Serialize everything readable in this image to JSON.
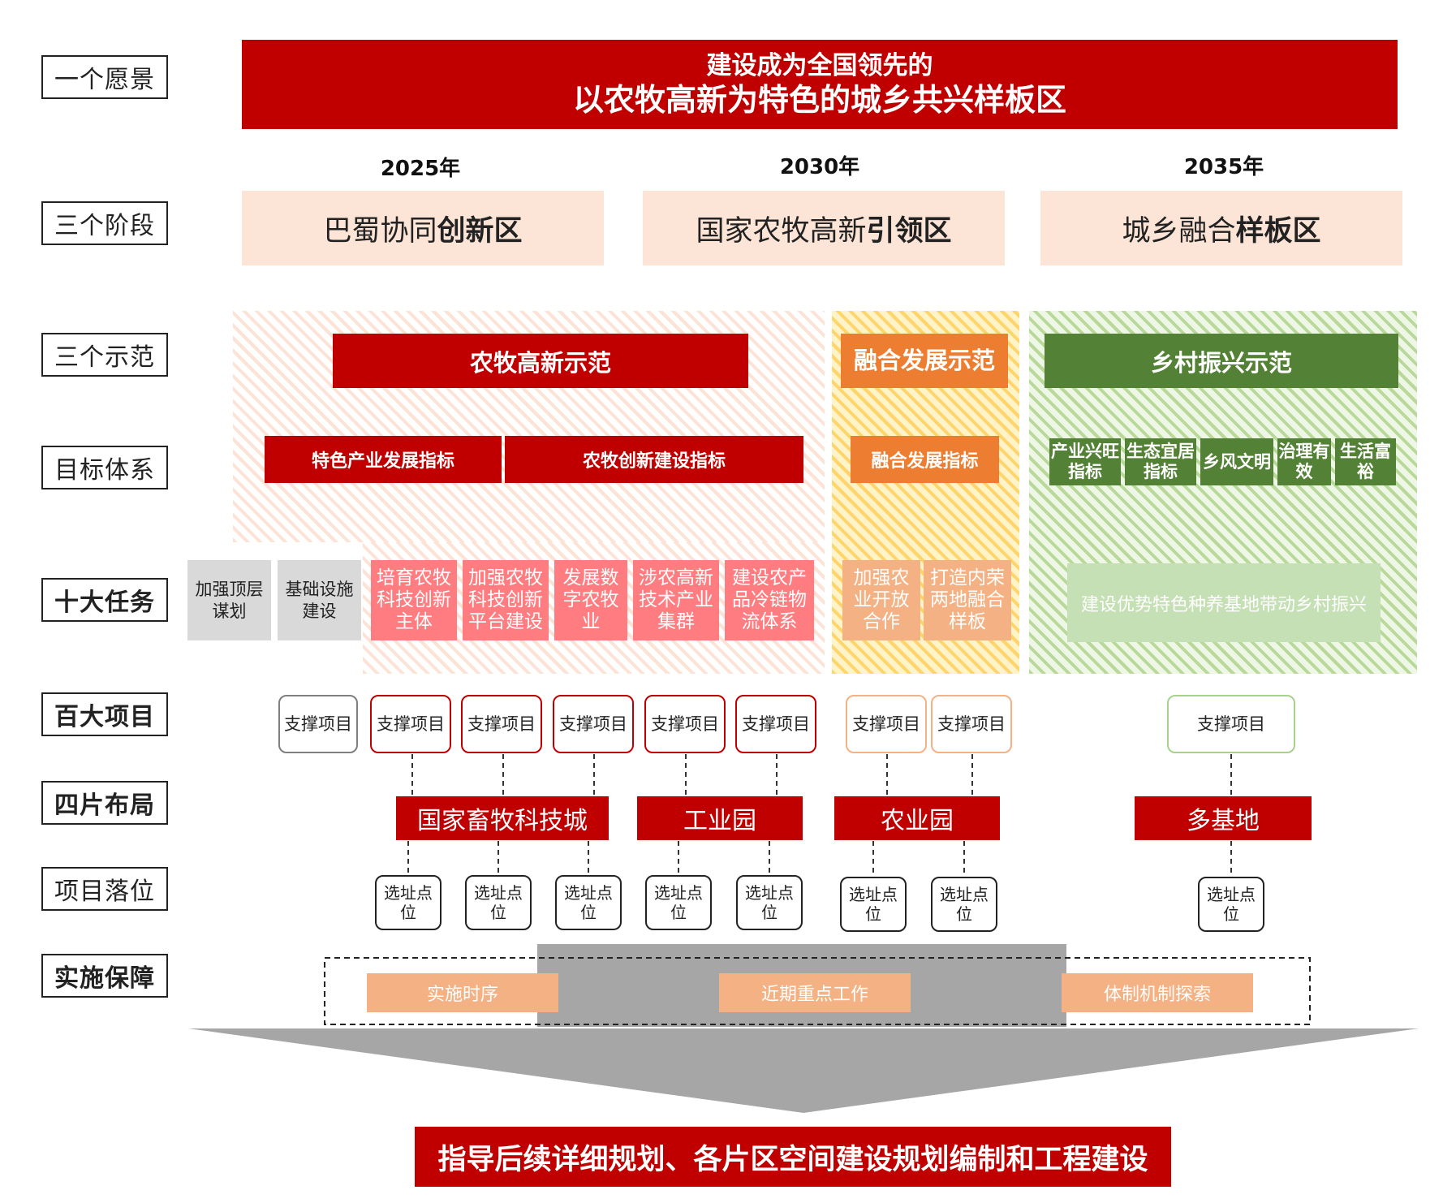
{
  "row_labels": [
    "一个愿景",
    "三个阶段",
    "三个示范",
    "目标体系",
    "十大任务",
    "百大项目",
    "四片布局",
    "项目落位",
    "实施保障"
  ],
  "vision": {
    "line1": "建设成为全国领先的",
    "line2": "以农牧高新为特色的城乡共兴样板区"
  },
  "years": [
    "2025年",
    "2030年",
    "2035年"
  ],
  "stages": [
    {
      "prefix": "巴蜀协同",
      "emph": "创新区"
    },
    {
      "prefix": "国家农牧高新",
      "emph": "引领区"
    },
    {
      "prefix": "城乡融合",
      "emph": "样板区"
    }
  ],
  "demos": {
    "red": "农牧高新示范",
    "orange": "融合发展示范",
    "green": "乡村振兴示范"
  },
  "targets": {
    "red": [
      "特色产业发展指标",
      "农牧创新建设指标"
    ],
    "orange": "融合发展指标",
    "green": [
      "产业兴旺指标",
      "生态宜居指标",
      "乡风文明",
      "治理有效",
      "生活富裕"
    ]
  },
  "tasks": {
    "gray": [
      "加强顶层谋划",
      "基础设施建设"
    ],
    "red": [
      "培育农牧科技创新主体",
      "加强农牧科技创新平台建设",
      "发展数字农牧业",
      "涉农高新技术产业集群",
      "建设农产品冷链物流体系"
    ],
    "orange": [
      "加强农业开放合作",
      "打造内荣两地融合样板"
    ],
    "green": "建设优势特色种养基地带动乡村振兴"
  },
  "projects": {
    "label": "支撑项目",
    "green_label": "支撑项目"
  },
  "zones": [
    "国家畜牧科技城",
    "工业园",
    "农业园",
    "多基地"
  ],
  "site_label": "选址点位",
  "guarantees": [
    "实施时序",
    "近期重点工作",
    "体制机制探索"
  ],
  "bottom": "指导后续详细规划、各片区空间建设规划编制和工程建设",
  "colors": {
    "red": "#c00000",
    "orange": "#ed7d31",
    "green": "#538135",
    "pink": "#ff7c80",
    "peach": "#f4b183",
    "stage_bg": "#fce4d6",
    "arrow": "#a6a6a6"
  }
}
